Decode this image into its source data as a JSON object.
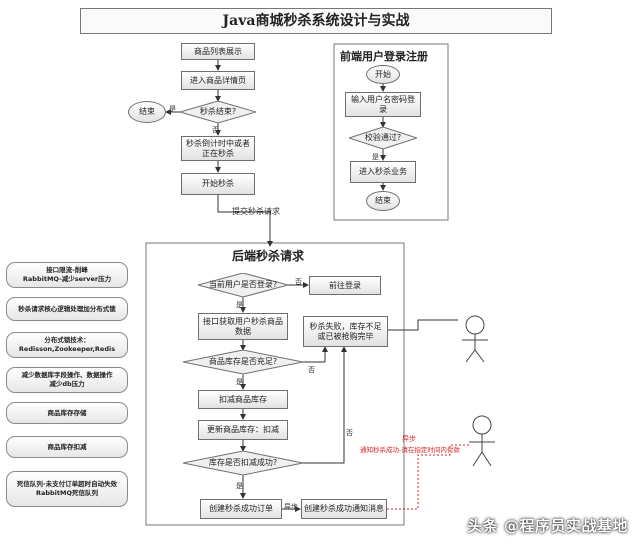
{
  "title": "Java商城秒杀系统设计与实战",
  "main_flow": {
    "product_list": "商品列表展示",
    "product_detail": "进入商品详情页",
    "seckill_ended": "秒杀结束?",
    "end": "结束",
    "yes": "是",
    "no": "否",
    "countdown": "秒杀倒计时中或者正在秒杀",
    "start_seckill": "开始秒杀",
    "submit_request": "提交秒杀请求"
  },
  "frontend": {
    "title": "前端用户登录注册",
    "start": "开始",
    "input_credentials": "输入用户名密码登录",
    "validated": "校验通过?",
    "yes": "是",
    "enter_business": "进入秒杀业务",
    "end": "结束"
  },
  "backend": {
    "title": "后端秒杀请求",
    "logged_in": "当前用户是否登录?",
    "goto_login": "前往登录",
    "yes": "是",
    "no": "否",
    "api_fetch": "接口获取用户秒杀商品数据",
    "stock_enough": "商品库存是否充足?",
    "fail": "秒杀失败，库存不足或已被抢购完毕",
    "deduct": "扣减商品库存",
    "update": "更新商品库存：扣减",
    "deduct_success": "库存是否扣减成功?",
    "create_order": "创建秒杀成功订单",
    "async": "异步",
    "notify": "创建秒杀成功通知消息",
    "async_note_title": "异步",
    "async_note": "通知秒杀成功-请在指定时间内付款"
  },
  "side_notes": [
    "接口限流-削峰\nRabbitMQ-减少server压力",
    "秒杀请求核心逻辑处理加分布式锁",
    "分布式锁技术：\nRedisson,Zookeeper,Redis",
    "减少数据库字段操作、数据操作\n减少db压力",
    "商品库存存储",
    "商品库存扣减",
    "死信队列-未支付订单超时自动失效\nRabbitMQ死信队列"
  ],
  "watermark": "头条 @程序员实战基地"
}
